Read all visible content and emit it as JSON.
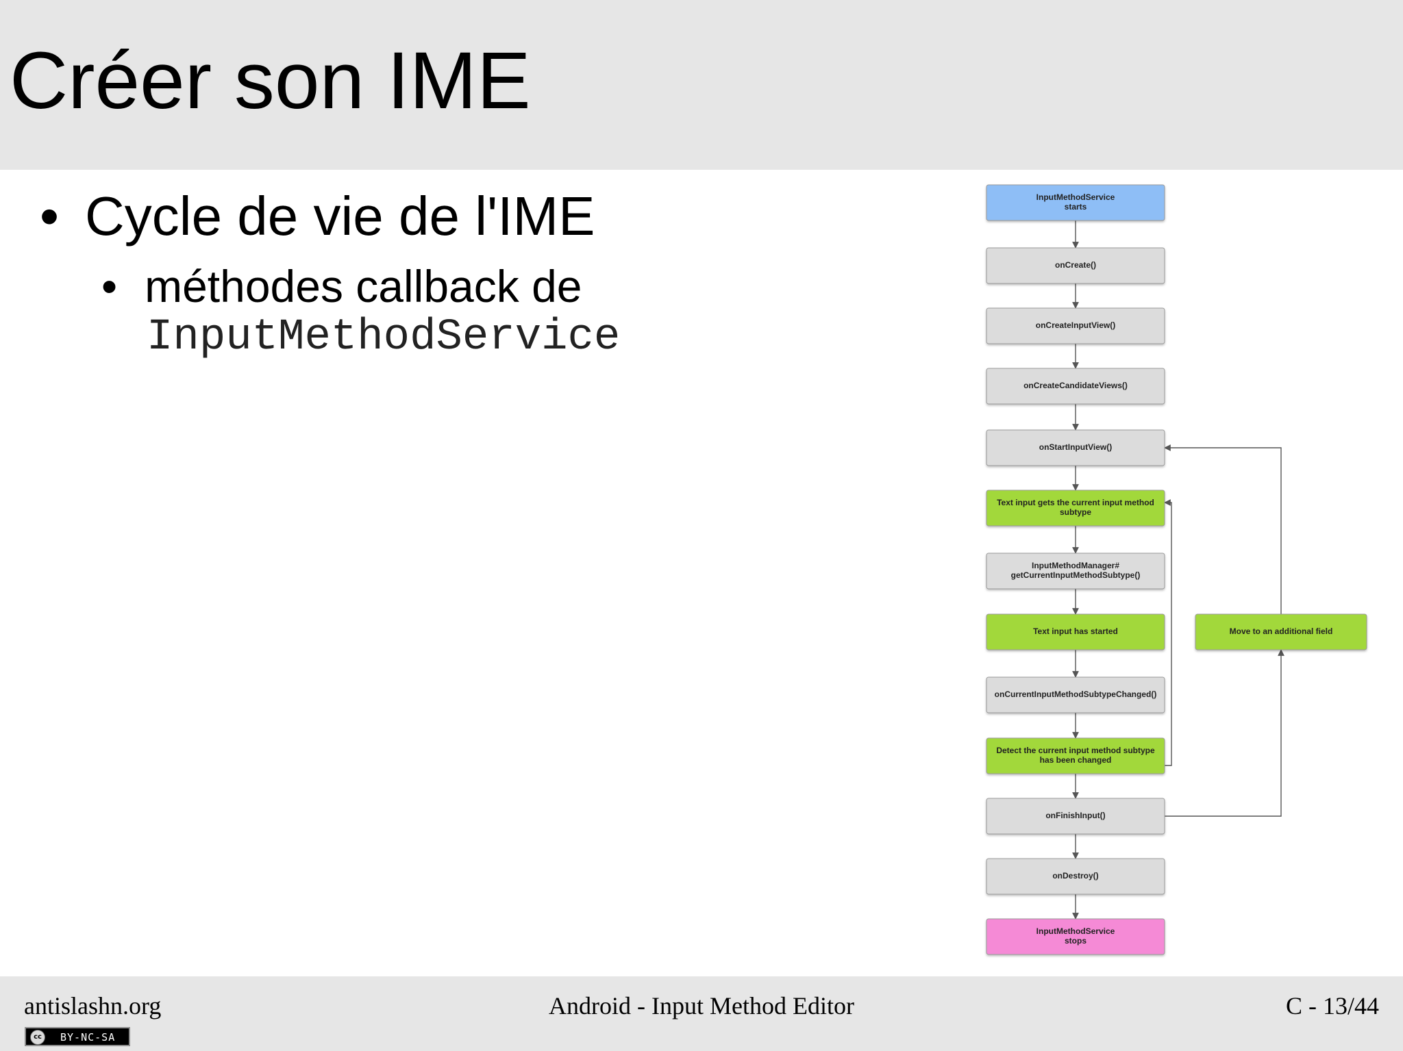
{
  "slide": {
    "title": "Créer son IME",
    "bullet1": "Cycle de vie de l'IME",
    "bullet2": "méthodes callback de",
    "code": "InputMethodService",
    "bullet_symbol": "•"
  },
  "diagram": {
    "colors": {
      "start": "#8ebef6",
      "end": "#f58ad6",
      "event": "#a2d83a",
      "method": "#dcdcdc",
      "line": "#555555"
    },
    "nodes": [
      {
        "id": "service-starts",
        "lines": [
          "InputMethodService",
          "starts"
        ],
        "kind": "start"
      },
      {
        "id": "on-create",
        "lines": [
          "onCreate()"
        ],
        "kind": "method"
      },
      {
        "id": "on-create-input-view",
        "lines": [
          "onCreateInputView()"
        ],
        "kind": "method"
      },
      {
        "id": "on-create-candidate-views",
        "lines": [
          "onCreateCandidateViews()"
        ],
        "kind": "method"
      },
      {
        "id": "on-start-input-view",
        "lines": [
          "onStartInputView()"
        ],
        "kind": "method"
      },
      {
        "id": "text-input-gets-subtype",
        "lines": [
          "Text input gets the current input method",
          "subtype"
        ],
        "kind": "event"
      },
      {
        "id": "get-current-input-method-subtype",
        "lines": [
          "InputMethodManager#",
          "getCurrentInputMethodSubtype()"
        ],
        "kind": "method"
      },
      {
        "id": "text-input-started",
        "lines": [
          "Text input has started"
        ],
        "kind": "event"
      },
      {
        "id": "on-current-input-method-subtype-changed",
        "lines": [
          "onCurrentInputMethodSubtypeChanged()"
        ],
        "kind": "method"
      },
      {
        "id": "detect-subtype-changed",
        "lines": [
          "Detect the current input method subtype",
          "has been changed"
        ],
        "kind": "event"
      },
      {
        "id": "on-finish-input",
        "lines": [
          "onFinishInput()"
        ],
        "kind": "method"
      },
      {
        "id": "on-destroy",
        "lines": [
          "onDestroy()"
        ],
        "kind": "method"
      },
      {
        "id": "service-stops",
        "lines": [
          "InputMethodService",
          "stops"
        ],
        "kind": "end"
      }
    ],
    "side_node": {
      "id": "move-to-additional-field",
      "lines": [
        "Move to an additional field"
      ],
      "kind": "event"
    }
  },
  "footer": {
    "left": "antislashn.org",
    "center": "Android - Input Method Editor",
    "right": "C - 13/44",
    "license_badge": "BY-NC-SA",
    "license_cc": "cc"
  }
}
